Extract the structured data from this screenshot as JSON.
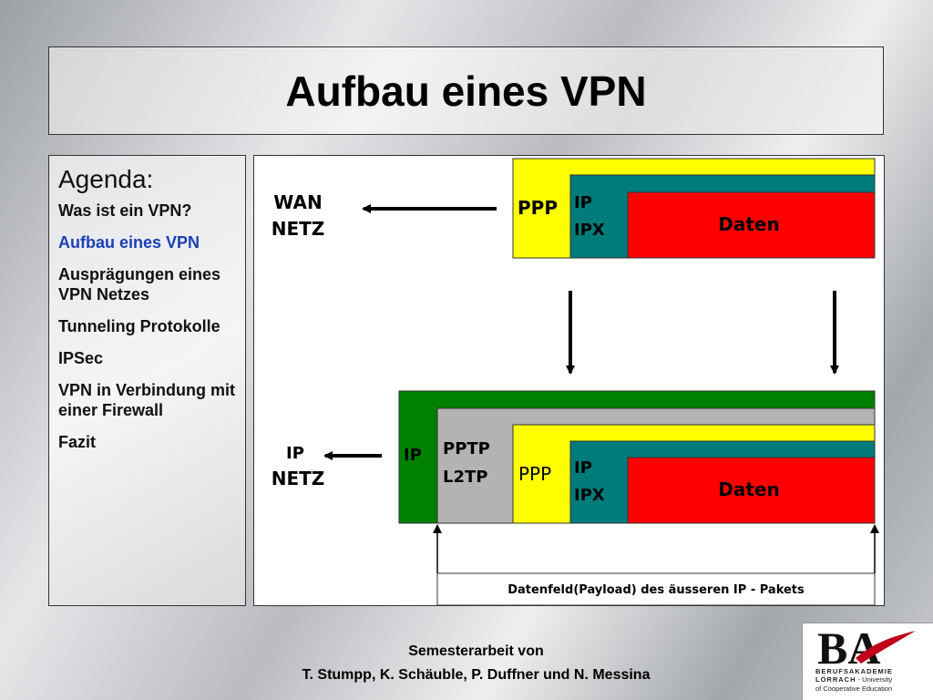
{
  "slide": {
    "title": "Aufbau eines VPN"
  },
  "agenda": {
    "heading": "Agenda:",
    "items": [
      {
        "label": "Was ist ein VPN?",
        "active": false
      },
      {
        "label": "Aufbau eines VPN",
        "active": true
      },
      {
        "label": "Ausprägungen eines VPN Netzes",
        "active": false
      },
      {
        "label": "Tunneling Protokolle",
        "active": false
      },
      {
        "label": "IPSec",
        "active": false
      },
      {
        "label": "VPN in Verbindung mit einer Firewall",
        "active": false
      },
      {
        "label": "Fazit",
        "active": false
      }
    ],
    "active_color": "#1a3fb8"
  },
  "diagram": {
    "top": {
      "net_line1": "WAN",
      "net_line2": "NETZ",
      "ppp": "PPP",
      "ip": "IP",
      "ipx": "IPX",
      "payload": "Daten"
    },
    "bottom": {
      "net_line1": "IP",
      "net_line2": "NETZ",
      "outer_ip": "IP",
      "tunnel_line1": "PPTP",
      "tunnel_line2": "L2TP",
      "ppp": "PPP",
      "ip": "IP",
      "ipx": "IPX",
      "payload": "Daten"
    },
    "payload_caption": "Datenfeld(Payload) des äusseren IP - Pakets",
    "colors": {
      "ppp": "#ffff00",
      "ip_ipx": "#007b7b",
      "daten": "#ff0000",
      "outer_ip": "#008000",
      "tunnel": "#b3b3b3"
    }
  },
  "footer": {
    "line1": "Semesterarbeit von",
    "line2": "T. Stumpp, K. Schäuble, P. Duffner und N. Messina"
  },
  "logo": {
    "letters": "BA",
    "line1": "BERUFSAKADEMIE",
    "line2a": "LÖRRACH",
    "line2b": " - University",
    "line3": "of Cooperative Education"
  }
}
